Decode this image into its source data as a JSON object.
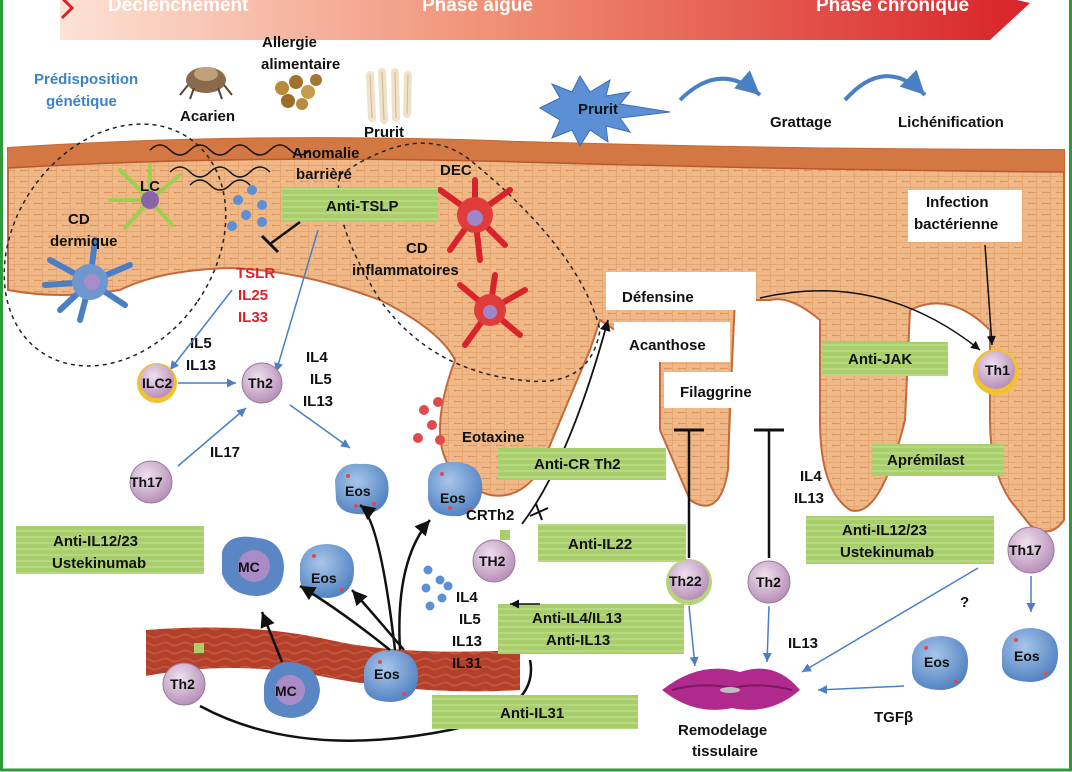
{
  "timeline": {
    "stage_start": "Déclenchement",
    "stage_acute": "Phase aiguë",
    "stage_chronic": "Phase chronique"
  },
  "triggers": {
    "genetic_line1": "Prédisposition",
    "genetic_line2": "génétique",
    "mite": "Acarien",
    "food_line1": "Allergie",
    "food_line2": "alimentaire",
    "pruritus": "Prurit",
    "barrier_line1": "Anomalie",
    "barrier_line2": "barrière"
  },
  "itch_cycle": {
    "pruritus": "Prurit",
    "scratching": "Grattage",
    "lichenification": "Lichénification"
  },
  "skin_labels": {
    "lc": "LC",
    "cd_dermal_line1": "CD",
    "cd_dermal_line2": "dermique",
    "dec": "DEC",
    "cd_inflam_line1": "CD",
    "cd_inflam_line2": "inflammatoires",
    "infection_line1": "Infection",
    "infection_line2": "bactérienne",
    "defensin": "Défensine",
    "acanthosis": "Acanthose",
    "filaggrin": "Filaggrine",
    "eotaxin": "Eotaxine",
    "crth2": "CRTh2",
    "tgf": "TGFβ",
    "question": "?"
  },
  "cytokines": {
    "red_1": "TSLR",
    "red_2": "IL25",
    "red_3": "IL33",
    "ilc2_il5": "IL5",
    "ilc2_il13": "IL13",
    "th2_il4": "IL4",
    "th2_il5": "IL5",
    "th2_il13": "IL13",
    "th17_il17": "IL17",
    "th2b_il4": "IL4",
    "th2b_il5": "IL5",
    "th2b_il13": "IL13",
    "th2b_il31": "IL31",
    "chronic_il4": "IL4",
    "chronic_il13": "IL13",
    "th2c_il13": "IL13"
  },
  "cells": {
    "ilc2": "ILC2",
    "th2_top": "Th2",
    "th17_left": "Th17",
    "eos_1": "Eos",
    "eos_2": "Eos",
    "mc_1": "MC",
    "eos_3": "Eos",
    "th2_bottom": "Th2",
    "mc_2": "MC",
    "eos_4": "Eos",
    "th2_crth2": "TH2",
    "th22": "Th22",
    "th2_chronic": "Th2",
    "th1": "Th1",
    "th17_right": "Th17",
    "eos_5": "Eos",
    "eos_6": "Eos"
  },
  "therapies": {
    "anti_tslp": "Anti-TSLP",
    "anti_il12_left_1": "Anti-IL12/23",
    "anti_il12_left_2": "Ustekinumab",
    "anti_crth2": "Anti-CR Th2",
    "anti_il22": "Anti-IL22",
    "anti_il4_1": "Anti-IL4/IL13",
    "anti_il4_2": "Anti-IL13",
    "anti_il31": "Anti-IL31",
    "anti_jak": "Anti-JAK",
    "apremilast": "Aprémilast",
    "anti_il12_right_1": "Anti-IL12/23",
    "anti_il12_right_2": "Ustekinumab"
  },
  "outcome": {
    "line1": "Remodelage",
    "line2": "tissulaire"
  },
  "colors": {
    "frame": "#2e9a3c",
    "arrow_band": "#d8232a",
    "skin_light": "#f3c99b",
    "skin_mid": "#e49a5c",
    "skin_dark": "#c5693a",
    "therapy_box": "#a9cf6d",
    "cell_purple": "#c8a5c9",
    "eos_blue": "#5f8ec7",
    "cytokine_red": "#d8232a",
    "genetic_blue": "#3a83c7"
  }
}
